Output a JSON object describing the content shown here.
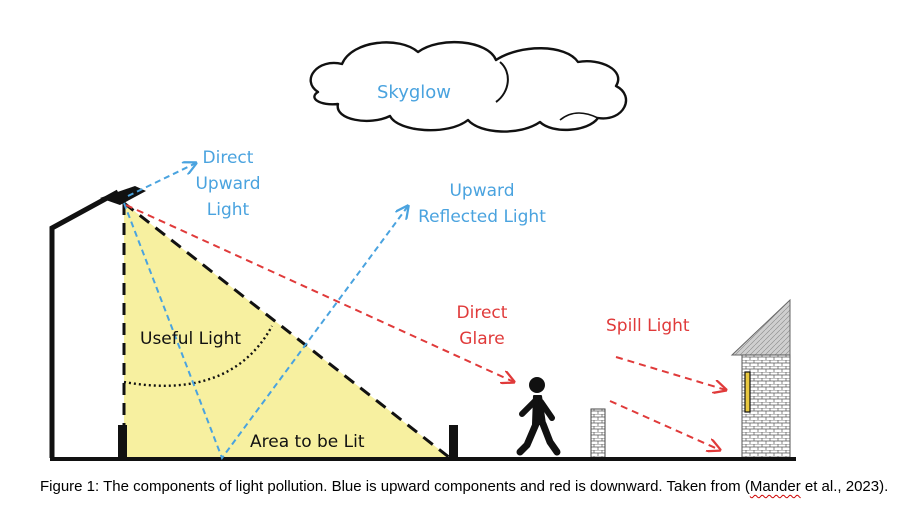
{
  "labels": {
    "skyglow": "Skyglow",
    "direct_upward_1": "Direct",
    "direct_upward_2": "Upward",
    "direct_upward_3": "Light",
    "upward_reflected_1": "Upward",
    "upward_reflected_2": "Reflected Light",
    "useful_light": "Useful Light",
    "area_to_be_lit": "Area to be Lit",
    "direct_glare_1": "Direct",
    "direct_glare_2": "Glare",
    "spill_light": "Spill Light"
  },
  "caption": {
    "prefix": "Figure 1: The components of light pollution. Blue is upward components and red is downward. Taken from (",
    "author": "Mander",
    "suffix": " et al., 2023)."
  },
  "colors": {
    "upward": "#4aa3df",
    "downward": "#e03a3a",
    "lit_area": "#f7f0a0",
    "ink": "#111111"
  }
}
